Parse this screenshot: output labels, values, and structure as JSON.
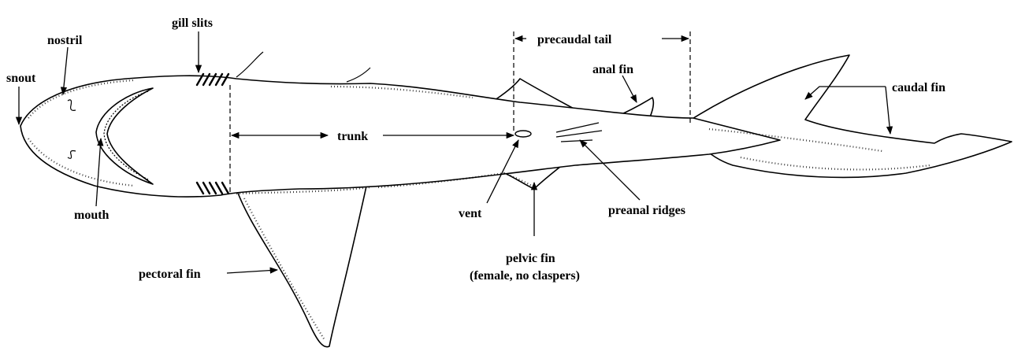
{
  "labels": {
    "snout": "snout",
    "nostril": "nostril",
    "gill_slits": "gill slits",
    "mouth": "mouth",
    "trunk": "trunk",
    "precaudal_tail": "precaudal tail",
    "anal_fin": "anal fin",
    "caudal_fin": "caudal fin",
    "vent": "vent",
    "preanal_ridges": "preanal ridges",
    "pectoral_fin": "pectoral fin",
    "pelvic_fin_line1": "pelvic fin",
    "pelvic_fin_line2": "(female, no claspers)"
  },
  "colors": {
    "ink": "#000000",
    "background": "#ffffff"
  }
}
